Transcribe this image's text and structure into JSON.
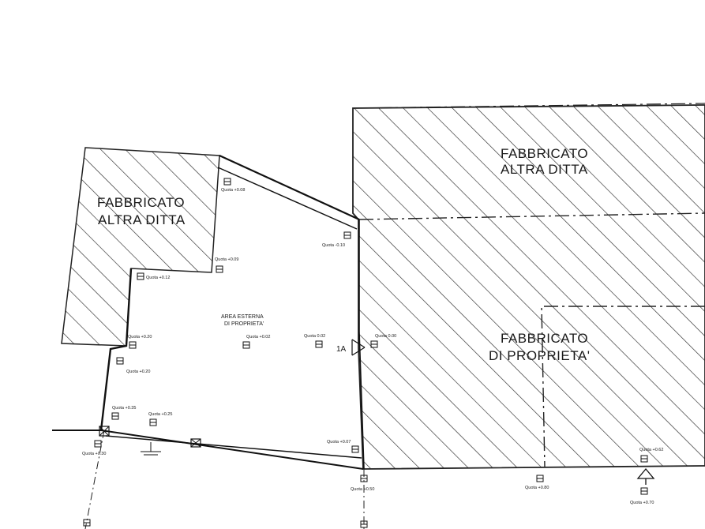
{
  "buildings": {
    "left_other": {
      "line1": "FABBRICATO",
      "line2": "ALTRA DITTA"
    },
    "top_right_other": {
      "line1": "FABBRICATO",
      "line2": "ALTRA DITTA"
    },
    "owned": {
      "line1": "FABBRICATO",
      "line2": "DI PROPRIETA'"
    }
  },
  "courtyard": {
    "line1": "AREA ESTERNA",
    "line2": "DI PROPRIETA'"
  },
  "section_marker": "1A",
  "elevations": {
    "e1": "Quota +0.08",
    "e2": "Quota -0.10",
    "e3": "Quota +0.09",
    "e4": "Quota +0.12",
    "e5": "Quota +0.20",
    "e6": "Quota +0.02",
    "e7": "Quota 0.02",
    "e8": "Quota 0.00",
    "e9": "Quota +0.20",
    "e10": "Quota +0.35",
    "e11": "Quota +0.25",
    "e12": "Quota +0.30",
    "e13": "Quota +0.07",
    "e14": "Quota +0.50",
    "e15": "Quota +0.80",
    "e16": "Quota +0.62",
    "e17": "Quota +0.70"
  }
}
